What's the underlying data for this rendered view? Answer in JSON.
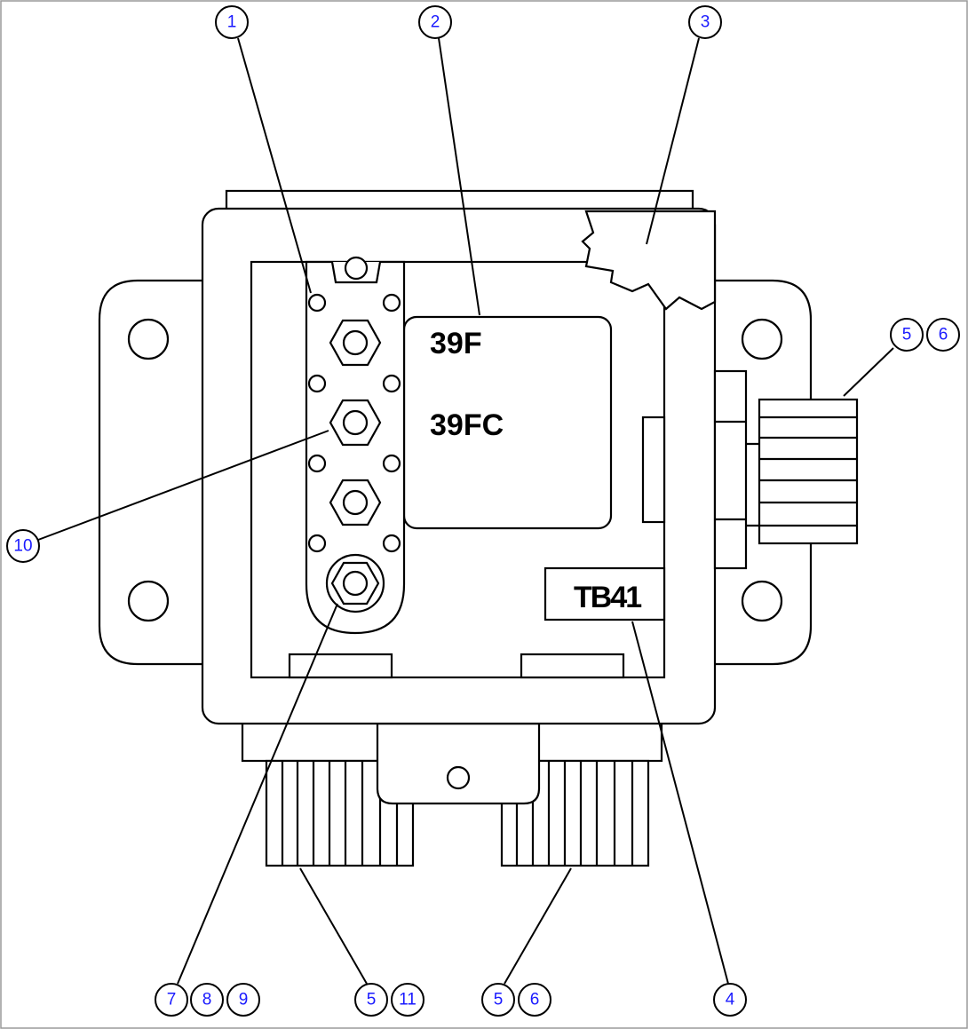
{
  "labels": {
    "wire_1": "39F",
    "wire_2": "39FC",
    "terminal_block": "TB41"
  },
  "callouts": {
    "c1": "1",
    "c2": "2",
    "c3": "3",
    "c4": "4",
    "c5_right": "5",
    "c6_right": "6",
    "c10": "10",
    "c7": "7",
    "c8": "8",
    "c9": "9",
    "c5_left_bottom": "5",
    "c11": "11",
    "c5_right_bottom": "5",
    "c6_bottom": "6"
  },
  "colors": {
    "callout_text": "#1a1aff",
    "line": "#000000"
  }
}
